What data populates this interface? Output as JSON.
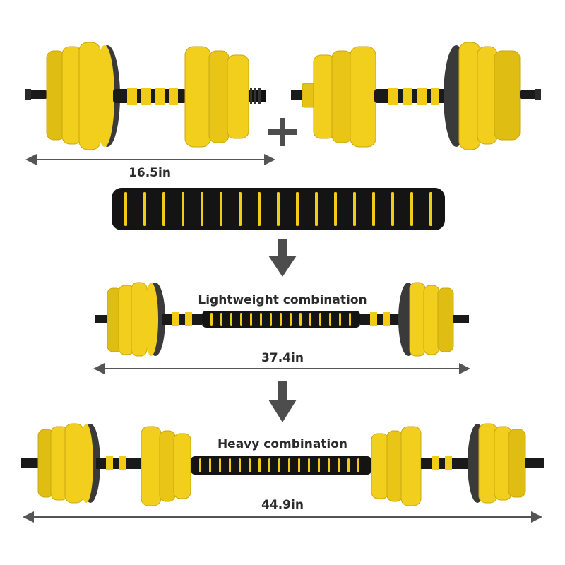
{
  "labels": {
    "dumbbell_length": "16.5in",
    "light_title": "Lightweight combination",
    "light_length": "37.4in",
    "heavy_title": "Heavy combination",
    "heavy_length": "44.9in"
  },
  "colors": {
    "plate": "#f2cf1d",
    "plate_edge": "#c9a710",
    "plate_shade": "#e0bd12",
    "hub": "#3a3a3a",
    "bar": "#1a1a1a",
    "foam": "#141414",
    "stripe": "#f0cc18",
    "arrow": "#4d4d4d",
    "line": "#555555"
  },
  "icons": {
    "plus": "plus-icon",
    "arrow": "arrow-down-icon"
  }
}
